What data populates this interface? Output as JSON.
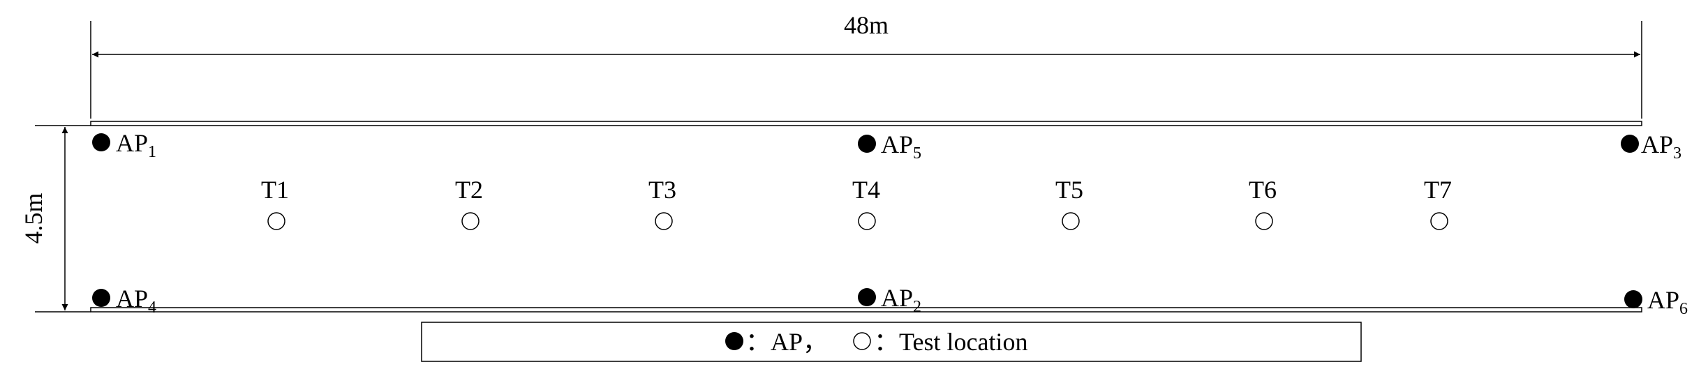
{
  "dimensions": {
    "width_label": "48m",
    "height_label": "4.5m"
  },
  "access_points": [
    {
      "prefix": "AP",
      "sub": "1"
    },
    {
      "prefix": "AP",
      "sub": "5"
    },
    {
      "prefix": "AP",
      "sub": "3"
    },
    {
      "prefix": "AP",
      "sub": "4"
    },
    {
      "prefix": "AP",
      "sub": "2"
    },
    {
      "prefix": "AP",
      "sub": "6"
    }
  ],
  "test_locations": [
    {
      "label": "T1"
    },
    {
      "label": "T2"
    },
    {
      "label": "T3"
    },
    {
      "label": "T4"
    },
    {
      "label": "T5"
    },
    {
      "label": "T6"
    },
    {
      "label": "T7"
    }
  ],
  "legend": {
    "ap_sep": "：",
    "ap_text": "AP，",
    "test_sep": "：",
    "test_text": "Test location"
  },
  "colors": {
    "ink": "#000000",
    "background": "#ffffff"
  }
}
